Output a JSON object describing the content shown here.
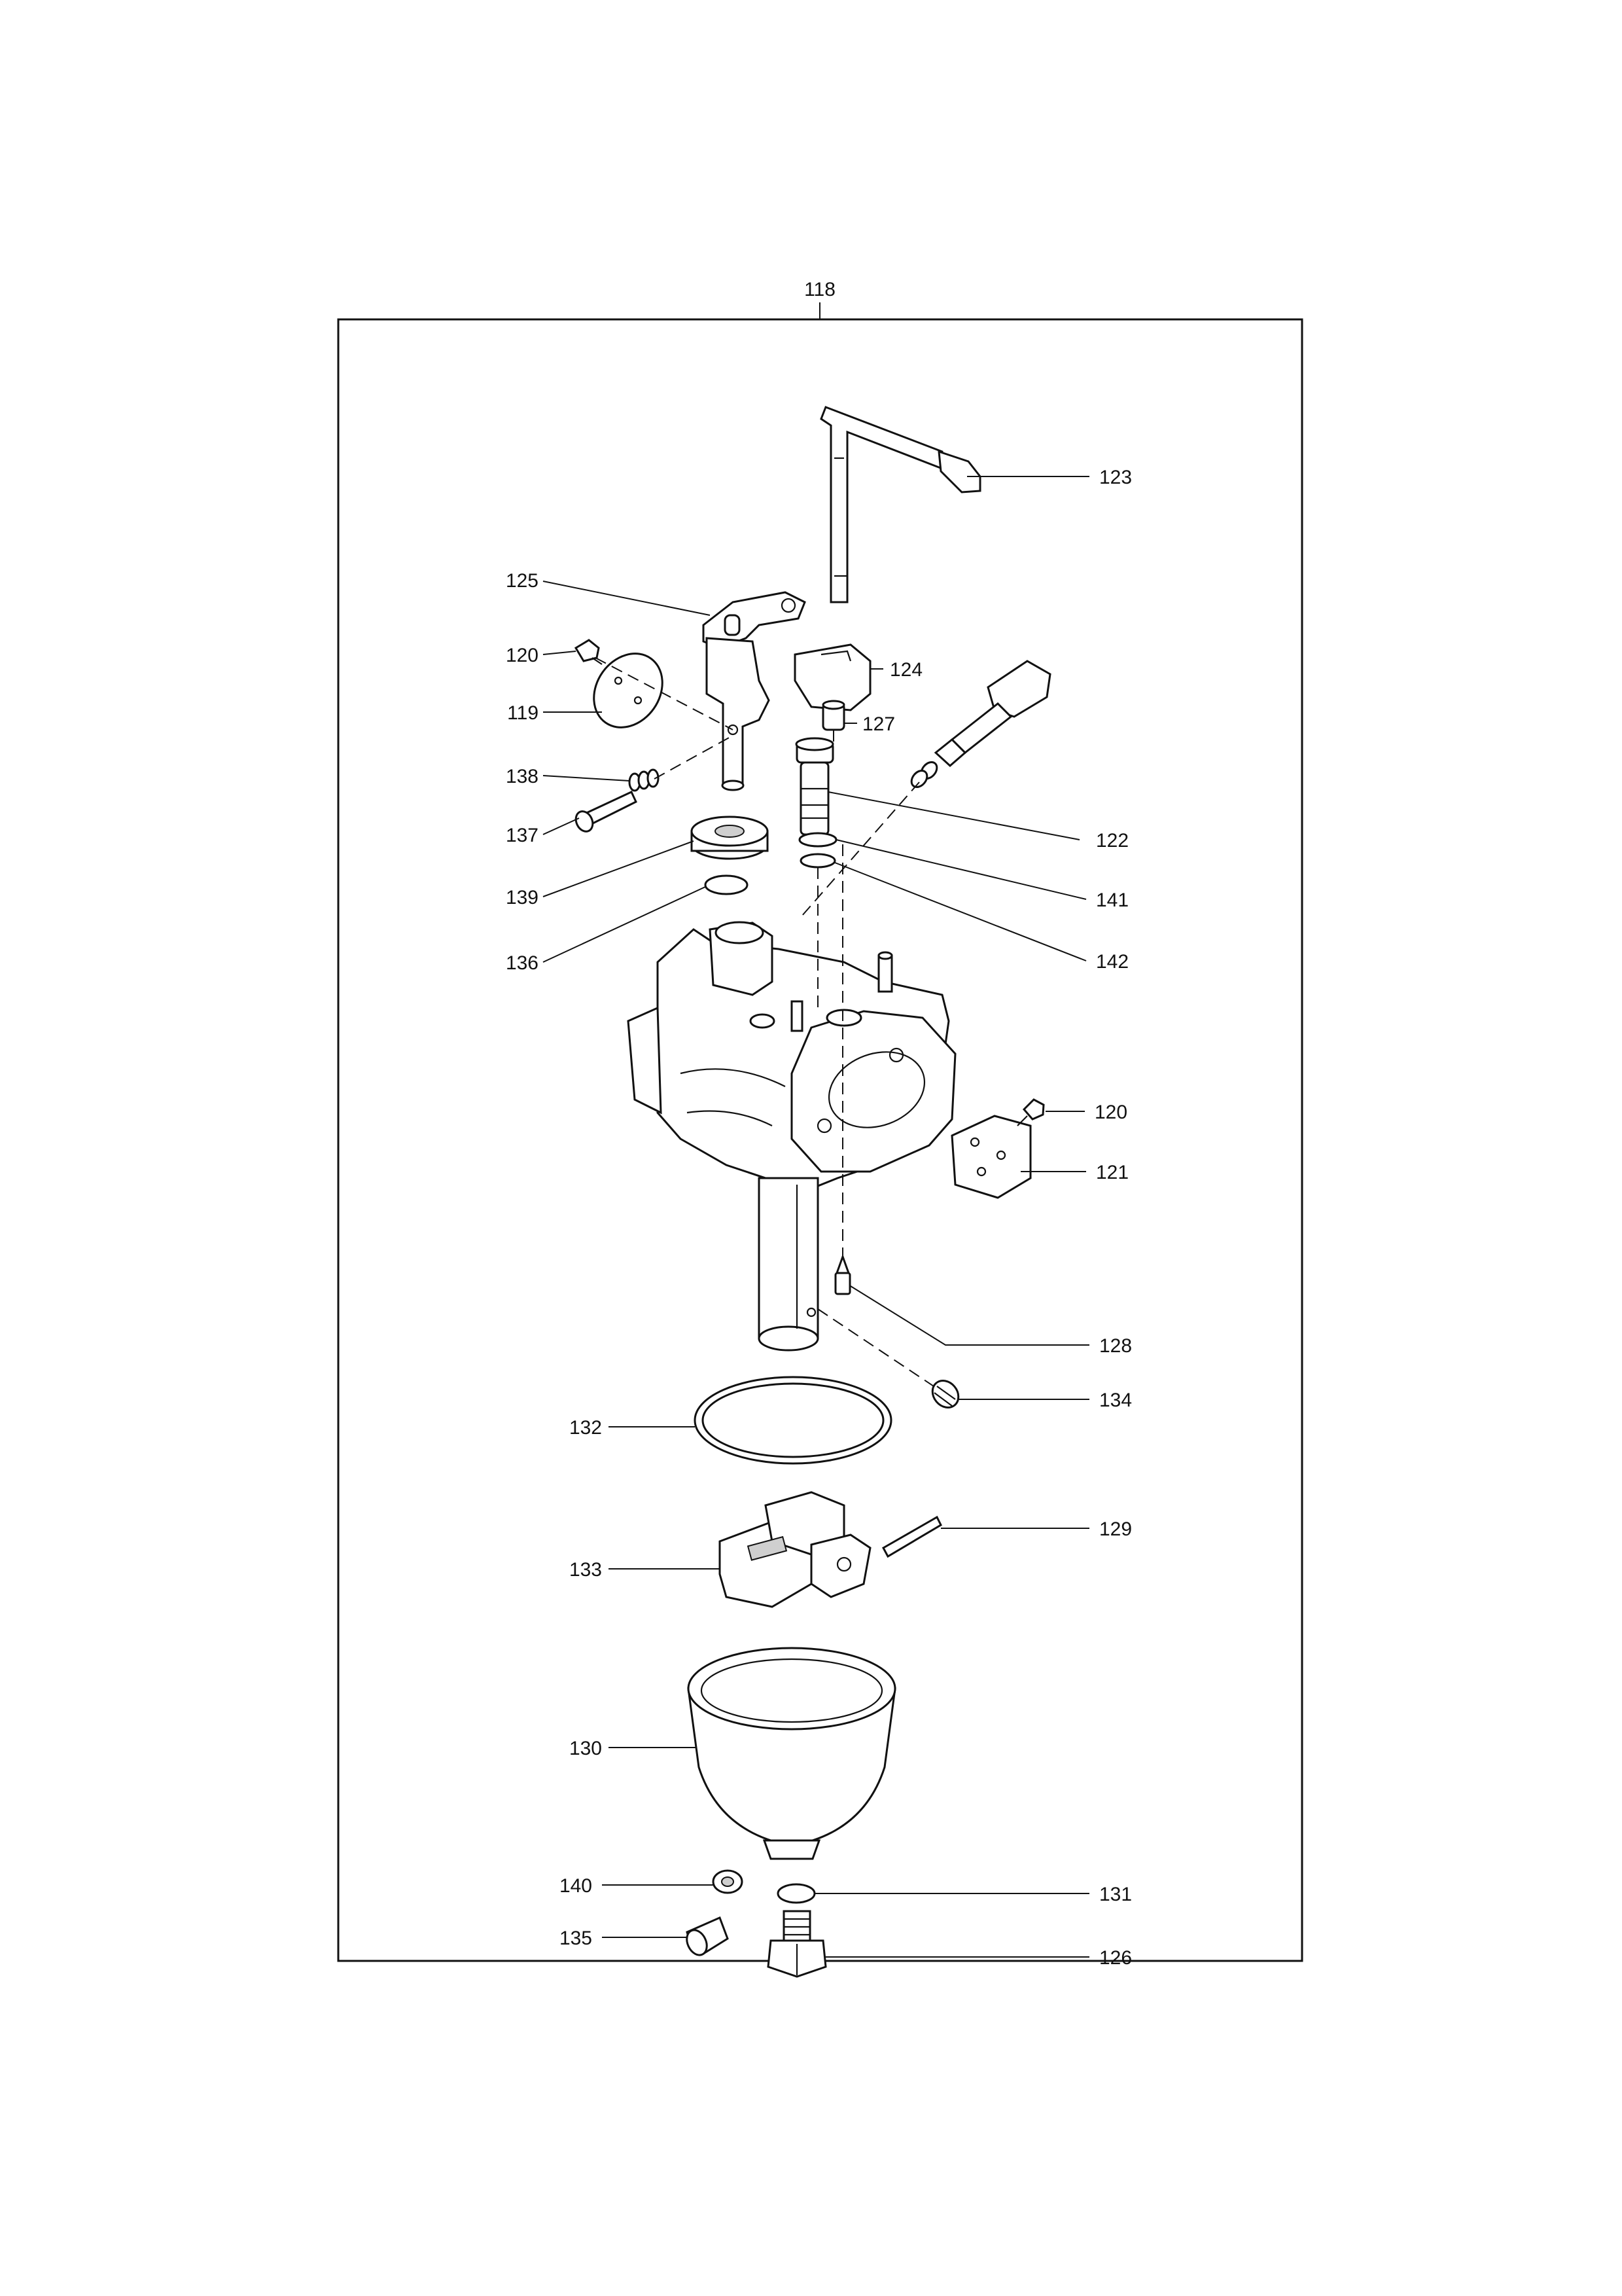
{
  "assembly_label": "118",
  "callouts": [
    {
      "id": "123",
      "text": "123"
    },
    {
      "id": "125",
      "text": "125"
    },
    {
      "id": "120a",
      "text": "120"
    },
    {
      "id": "124",
      "text": "124"
    },
    {
      "id": "119",
      "text": "119"
    },
    {
      "id": "127",
      "text": "127"
    },
    {
      "id": "138",
      "text": "138"
    },
    {
      "id": "137",
      "text": "137"
    },
    {
      "id": "122",
      "text": "122"
    },
    {
      "id": "139",
      "text": "139"
    },
    {
      "id": "141",
      "text": "141"
    },
    {
      "id": "136",
      "text": "136"
    },
    {
      "id": "142",
      "text": "142"
    },
    {
      "id": "120b",
      "text": "120"
    },
    {
      "id": "121",
      "text": "121"
    },
    {
      "id": "128",
      "text": "128"
    },
    {
      "id": "134",
      "text": "134"
    },
    {
      "id": "132",
      "text": "132"
    },
    {
      "id": "129",
      "text": "129"
    },
    {
      "id": "133",
      "text": "133"
    },
    {
      "id": "130",
      "text": "130"
    },
    {
      "id": "140",
      "text": "140"
    },
    {
      "id": "131",
      "text": "131"
    },
    {
      "id": "135",
      "text": "135"
    },
    {
      "id": "126",
      "text": "126"
    }
  ]
}
